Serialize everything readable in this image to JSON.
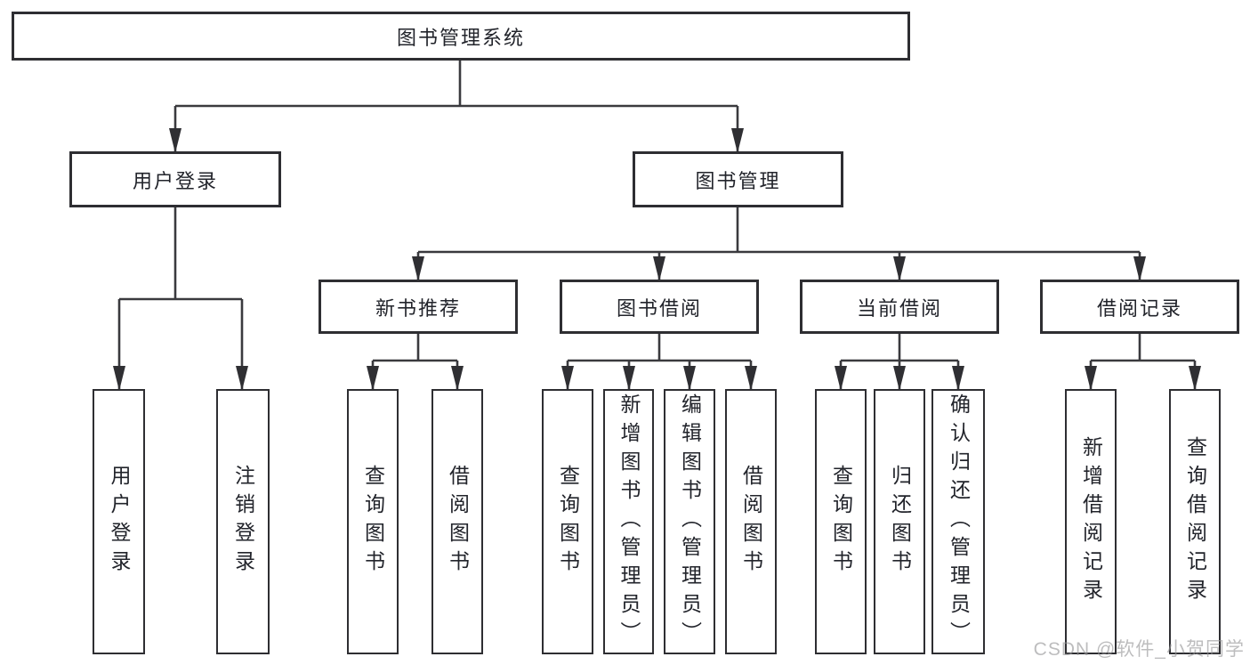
{
  "diagram": {
    "root": {
      "label": "图书管理系统"
    },
    "level2": [
      {
        "label": "用户登录"
      },
      {
        "label": "图书管理"
      }
    ],
    "level3": [
      {
        "label": "新书推荐",
        "parent": "图书管理"
      },
      {
        "label": "图书借阅",
        "parent": "图书管理"
      },
      {
        "label": "当前借阅",
        "parent": "图书管理"
      },
      {
        "label": "借阅记录",
        "parent": "图书管理"
      }
    ],
    "leaves": [
      {
        "label": "用户登录",
        "parent": "用户登录"
      },
      {
        "label": "注销登录",
        "parent": "用户登录"
      },
      {
        "label": "查询图书",
        "parent": "新书推荐"
      },
      {
        "label": "借阅图书",
        "parent": "新书推荐"
      },
      {
        "label": "查询图书",
        "parent": "图书借阅"
      },
      {
        "label": "新增图书（管理员）",
        "parent": "图书借阅"
      },
      {
        "label": "编辑图书（管理员）",
        "parent": "图书借阅"
      },
      {
        "label": "借阅图书",
        "parent": "图书借阅"
      },
      {
        "label": "查询图书",
        "parent": "当前借阅"
      },
      {
        "label": "归还图书",
        "parent": "当前借阅"
      },
      {
        "label": "确认归还（管理员）",
        "parent": "当前借阅"
      },
      {
        "label": "新增借阅记录",
        "parent": "借阅记录"
      },
      {
        "label": "查询借阅记录",
        "parent": "借阅记录"
      }
    ]
  },
  "watermark": {
    "text": "CSDN @软件_小贺同学"
  },
  "colors": {
    "background": "#ffffff",
    "box_border": "#2e2e32",
    "connector_line": "#3a3a3e",
    "text": "#22242b",
    "watermark": "#a9a9ab"
  }
}
